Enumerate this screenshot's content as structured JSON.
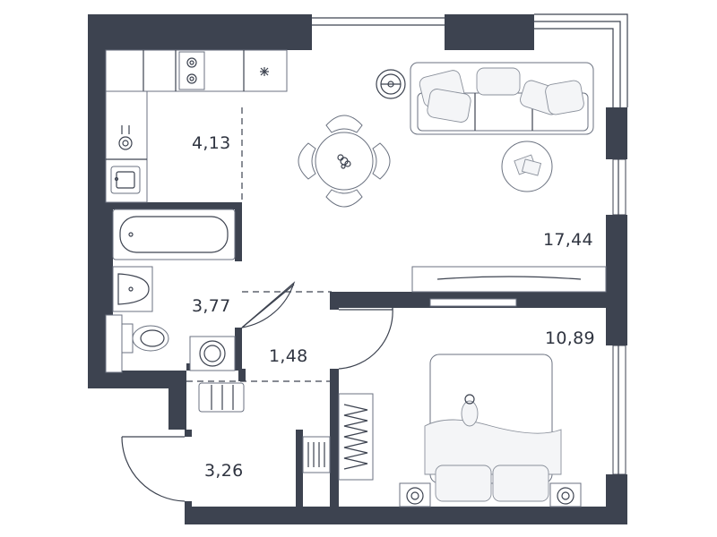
{
  "rooms": {
    "kitchen": {
      "area": "4,13"
    },
    "living": {
      "area": "17,44"
    },
    "bathroom": {
      "area": "3,77"
    },
    "corridor": {
      "area": "1,48"
    },
    "bedroom": {
      "area": "10,89"
    },
    "hall": {
      "area": "3,26"
    }
  },
  "colors": {
    "wall": "#3d4350",
    "furniture_stroke": "#6b7280",
    "background": "#ffffff"
  }
}
